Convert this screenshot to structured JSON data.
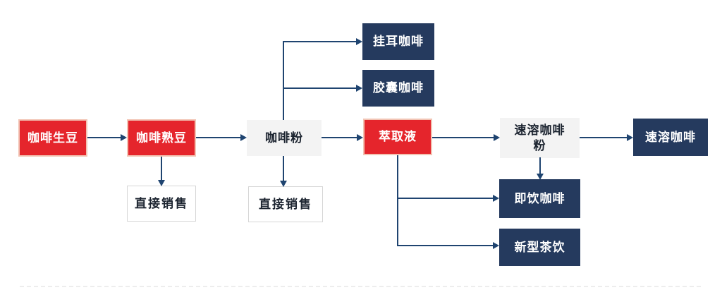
{
  "diagram": {
    "title": "coffee-industry-chain-flowchart",
    "nodes": {
      "green_bean": {
        "label": "咖啡生豆",
        "style": "red"
      },
      "roasted_bean": {
        "label": "咖啡熟豆",
        "style": "red"
      },
      "coffee_powder": {
        "label": "咖啡粉",
        "style": "light"
      },
      "extract": {
        "label": "萃取液",
        "style": "red"
      },
      "instant_powder": {
        "label": "速溶咖啡粉",
        "style": "light"
      },
      "instant_coffee": {
        "label": "速溶咖啡",
        "style": "navy"
      },
      "direct_sale_1": {
        "label": "直接销售",
        "style": "outline"
      },
      "direct_sale_2": {
        "label": "直接销售",
        "style": "outline"
      },
      "drip_bag": {
        "label": "挂耳咖啡",
        "style": "navy"
      },
      "capsule": {
        "label": "胶囊咖啡",
        "style": "navy"
      },
      "rtd_coffee": {
        "label": "即饮咖啡",
        "style": "navy"
      },
      "new_tea": {
        "label": "新型茶饮",
        "style": "navy"
      }
    },
    "edges": [
      {
        "from": "green_bean",
        "to": "roasted_bean"
      },
      {
        "from": "roasted_bean",
        "to": "coffee_powder"
      },
      {
        "from": "roasted_bean",
        "to": "direct_sale_1"
      },
      {
        "from": "coffee_powder",
        "to": "direct_sale_2"
      },
      {
        "from": "coffee_powder",
        "to": "drip_bag"
      },
      {
        "from": "coffee_powder",
        "to": "capsule"
      },
      {
        "from": "coffee_powder",
        "to": "extract"
      },
      {
        "from": "extract",
        "to": "instant_powder"
      },
      {
        "from": "extract",
        "to": "rtd_coffee"
      },
      {
        "from": "extract",
        "to": "new_tea"
      },
      {
        "from": "instant_powder",
        "to": "instant_coffee"
      },
      {
        "from": "instant_powder",
        "to": "rtd_coffee"
      }
    ],
    "colors": {
      "red_fill": "#e5252c",
      "red_border": "#f2c4b4",
      "navy_fill": "#253a5e",
      "light_fill": "#f3f3f3",
      "outline_border": "#d6d6d6",
      "connector": "#1f4470",
      "text_light": "#ffffff",
      "text_dark": "#1c2430"
    }
  }
}
